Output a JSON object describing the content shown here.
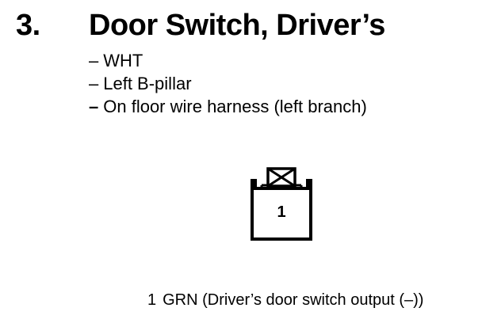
{
  "section": {
    "number": "3.",
    "title": "Door Switch, Driver’s"
  },
  "details": [
    {
      "dash": "–",
      "text": "WHT"
    },
    {
      "dash": "–",
      "text": "Left B-pillar"
    },
    {
      "dash": "–",
      "text": "On floor wire harness (left branch)"
    }
  ],
  "connector": {
    "pin_label": "1"
  },
  "pins": [
    {
      "number": "1",
      "description": "GRN (Driver’s door switch output (–))"
    }
  ]
}
